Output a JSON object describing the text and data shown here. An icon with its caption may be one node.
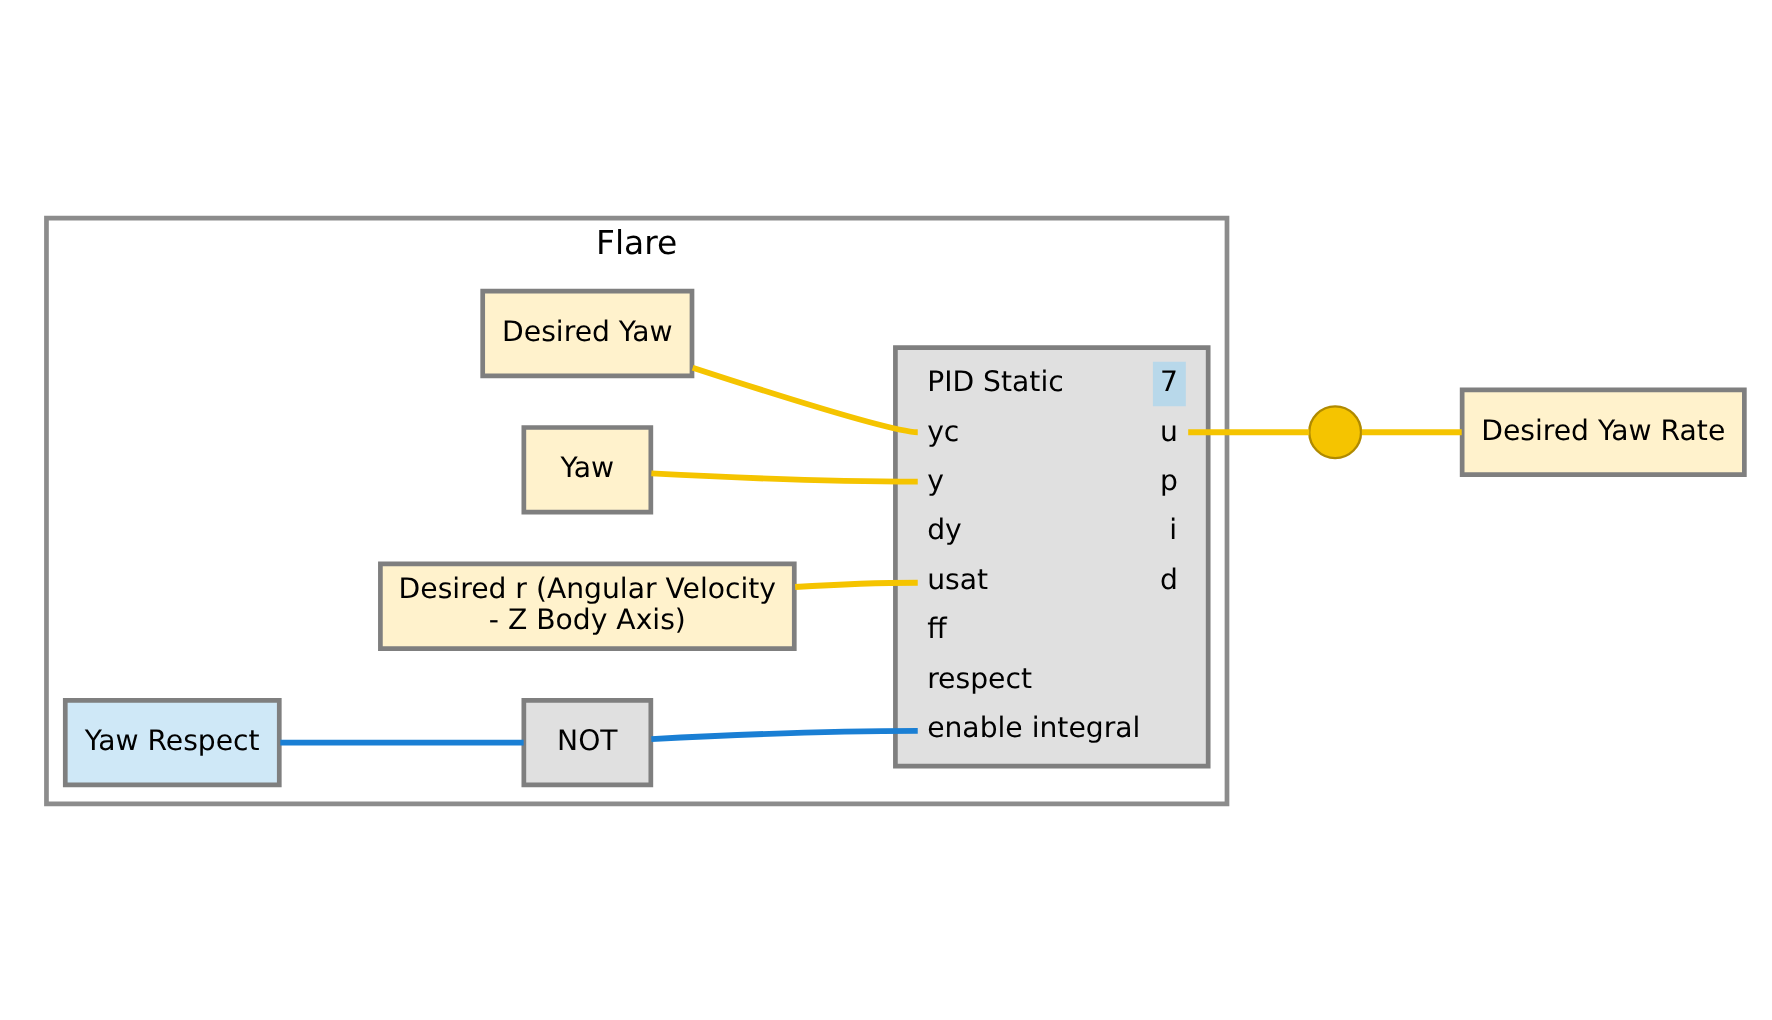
{
  "diagram": {
    "nodes": [
      {
        "text": [
          "Flare"
        ]
      },
      {
        "text": [
          "Desired Yaw"
        ],
        "in": 0
      },
      {
        "text": [
          "Yaw"
        ],
        "in": 0
      },
      {
        "text": [
          "Desired r (Angular Velocity - Z Body Axis)"
        ],
        "in": 0
      },
      {
        "text": [
          "Yaw Respect"
        ],
        "in": 0
      },
      {
        "text": [
          "NOT"
        ],
        "in": 0
      },
      {
        "text": [
          "PID Static",
          "7",
          "yc",
          "y",
          "dy",
          "usat",
          "ff",
          "respect",
          "enable integral",
          "u",
          "p",
          "i",
          "d"
        ],
        "in": 0
      },
      {
        "text": [],
        "shape": "circle"
      },
      {
        "text": [
          "Desired Yaw Rate"
        ]
      }
    ],
    "edges": [
      {
        "from": 1,
        "to": 6,
        "arrow": "none"
      },
      {
        "from": 2,
        "to": 6,
        "arrow": "none"
      },
      {
        "from": 3,
        "to": 6,
        "arrow": "none"
      },
      {
        "from": 4,
        "to": 5,
        "arrow": "none",
        "color": "#1a7fd4"
      },
      {
        "from": 5,
        "to": 6,
        "arrow": "none",
        "color": "#1a7fd4"
      },
      {
        "from": 6,
        "to": 7,
        "arrow": "none"
      },
      {
        "from": 7,
        "to": 8,
        "arrow": "none"
      }
    ]
  }
}
